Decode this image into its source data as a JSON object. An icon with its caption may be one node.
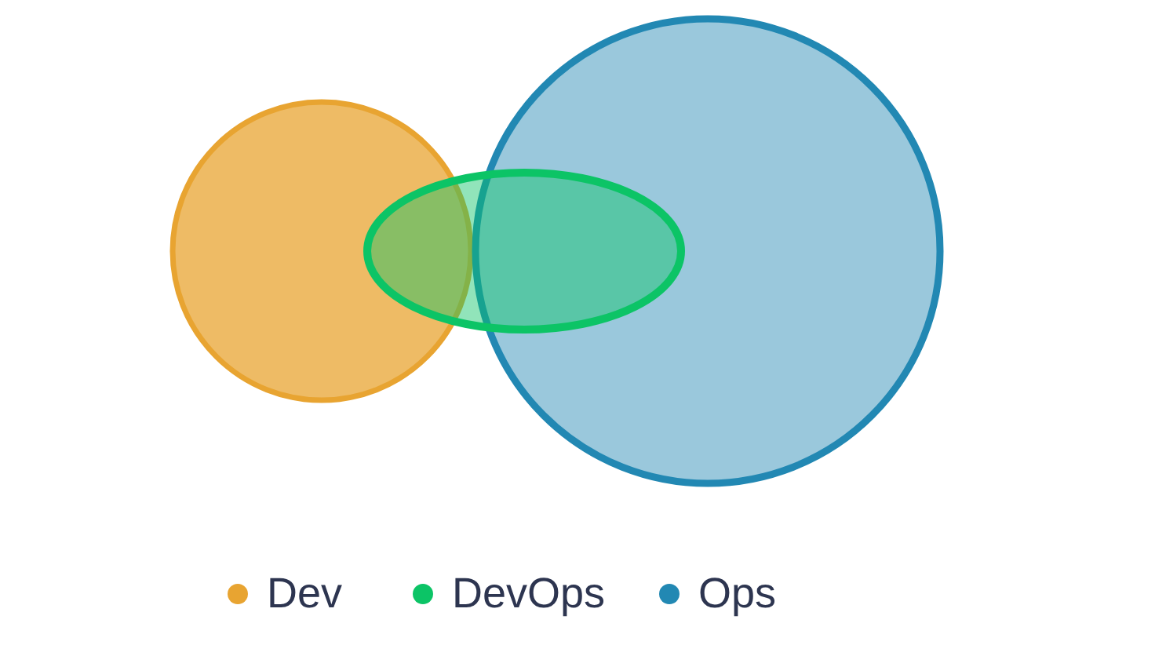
{
  "diagram": {
    "nodes": [
      {
        "text": [],
        "shape": "circle"
      },
      {
        "text": [],
        "shape": "ellipse"
      },
      {
        "text": [],
        "shape": "circle"
      }
    ],
    "legend": [
      {
        "text": "Dev",
        "color": "#e8a431"
      },
      {
        "text": "DevOps",
        "color": "#0cc466"
      },
      {
        "text": "Ops",
        "color": "#2288b3"
      }
    ]
  }
}
